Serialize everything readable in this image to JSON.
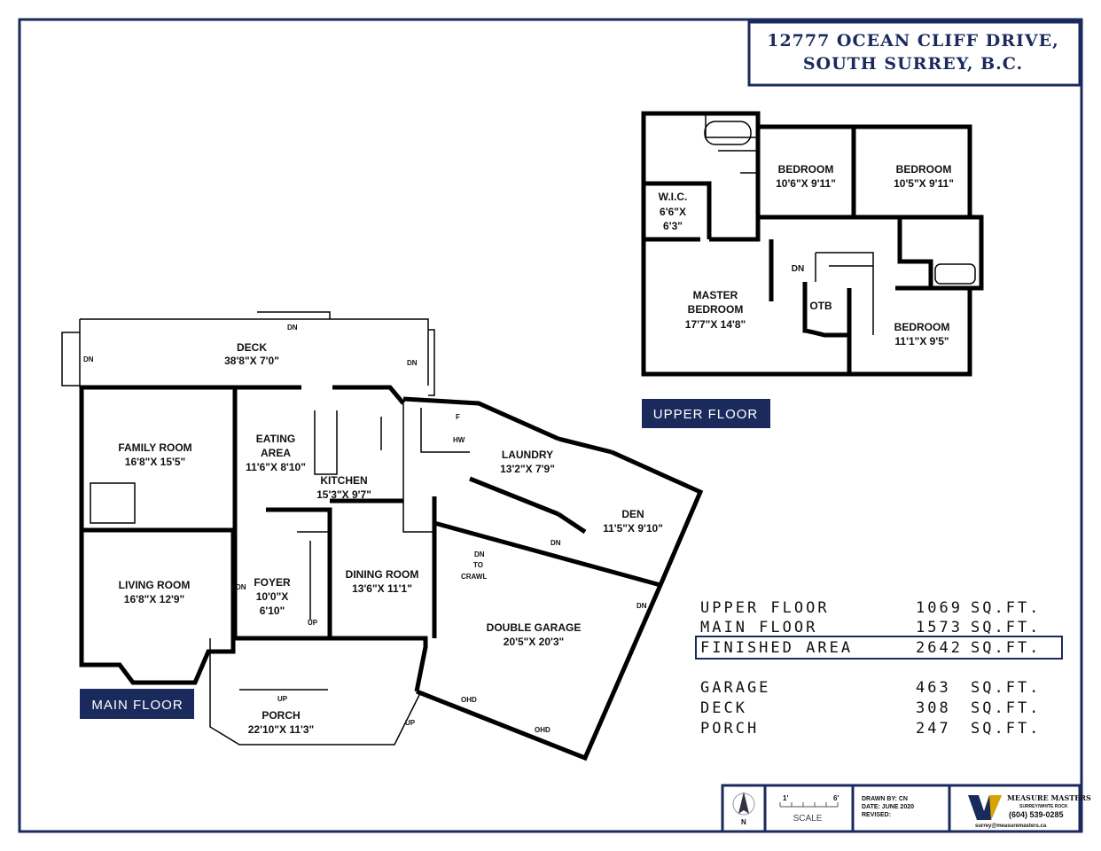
{
  "title": {
    "line1": "12777 OCEAN CLIFF DRIVE,",
    "line2": "SOUTH SURREY, B.C."
  },
  "upper_floor": {
    "label": "UPPER FLOOR",
    "rooms": [
      {
        "name": "BEDROOM",
        "dims": "10'6\"X  9'11\""
      },
      {
        "name": "BEDROOM",
        "dims": "10'5\"X  9'11\""
      },
      {
        "name": "W.I.C.",
        "dims": "6'6\"X",
        "dims2": "6'3\""
      },
      {
        "name": "MASTER",
        "name2": "BEDROOM",
        "dims": "17'7\"X  14'8\""
      },
      {
        "name": "BEDROOM",
        "dims": "11'1\"X  9'5\""
      }
    ],
    "otb": "OTB",
    "dn": "DN"
  },
  "main_floor": {
    "label": "MAIN FLOOR",
    "rooms": [
      {
        "name": "DECK",
        "dims": "38'8\"X  7'0\""
      },
      {
        "name": "FAMILY ROOM",
        "dims": "16'8\"X  15'5\""
      },
      {
        "name": "EATING",
        "name2": "AREA",
        "dims": "11'6\"X  8'10\""
      },
      {
        "name": "KITCHEN",
        "dims": "15'3\"X  9'7\""
      },
      {
        "name": "LAUNDRY",
        "dims": "13'2\"X  7'9\""
      },
      {
        "name": "DEN",
        "dims": "11'5\"X  9'10\""
      },
      {
        "name": "LIVING ROOM",
        "dims": "16'8\"X  12'9\""
      },
      {
        "name": "FOYER",
        "dims": "10'0\"X",
        "dims2": "6'10\""
      },
      {
        "name": "DINING ROOM",
        "dims": "13'6\"X  11'1\""
      },
      {
        "name": "DOUBLE GARAGE",
        "dims": "20'5\"X  20'3\""
      },
      {
        "name": "PORCH",
        "dims": "22'10\"X  11'3\""
      }
    ],
    "marks": {
      "dn": "DN",
      "up": "UP",
      "dn_to": "DN",
      "to": "TO",
      "crawl": "CRAWL",
      "ohd": "OHD",
      "f": "F",
      "hw": "HW"
    }
  },
  "areas": [
    {
      "label": "UPPER FLOOR",
      "value": "1069",
      "unit": "SQ.FT."
    },
    {
      "label": "MAIN FLOOR",
      "value": "1573",
      "unit": "SQ.FT."
    },
    {
      "label": "FINISHED AREA",
      "value": "2642",
      "unit": "SQ.FT."
    },
    {
      "label": "GARAGE",
      "value": "463",
      "unit": "SQ.FT."
    },
    {
      "label": "DECK",
      "value": "308",
      "unit": "SQ.FT."
    },
    {
      "label": "PORCH",
      "value": "247",
      "unit": "SQ.FT."
    }
  ],
  "footer": {
    "north": "N",
    "scale_1": "1'",
    "scale_6": "6'",
    "scale": "SCALE",
    "drawn_by": "DRAWN BY: CN",
    "date": "DATE: JUNE 2020",
    "revised": "REVISED:",
    "company": "MEASURE MASTERS",
    "company_sub": "SURREY/WHITE ROCK",
    "phone": "(604) 539-0285",
    "email": "surrey@measuremasters.ca"
  },
  "colors": {
    "navy": "#1b2a5c"
  }
}
